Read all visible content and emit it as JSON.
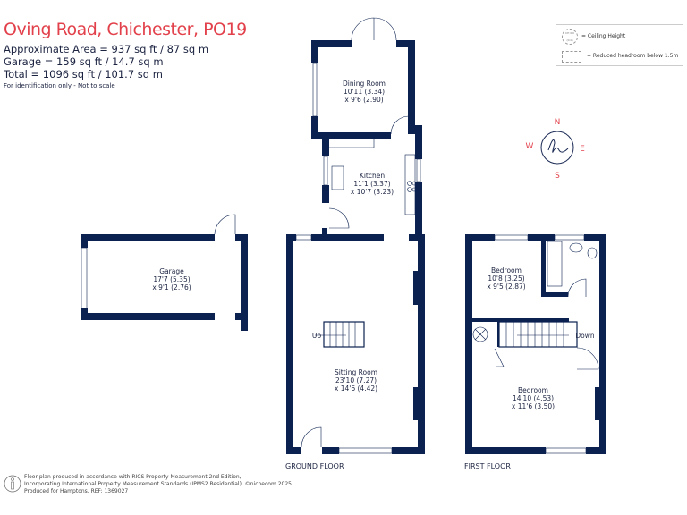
{
  "header": {
    "title": "Oving Road, Chichester, PO19",
    "areas": [
      "Approximate Area = 937 sq ft / 87 sq m",
      "Garage = 159 sq ft / 14.7 sq m",
      "Total = 1096 sq ft / 101.7 sq m"
    ],
    "note": "For identification only - Not to scale"
  },
  "legend": {
    "ceiling_height": "= Ceiling Height",
    "ceiling_icon_text": "CH 0'0 (0.0)",
    "reduced_headroom": "= Reduced headroom below 1.5m"
  },
  "compass": {
    "n": "N",
    "s": "S",
    "e": "E",
    "w": "W"
  },
  "rooms": {
    "dining": {
      "name": "Dining Room",
      "dim1": "10'11 (3.34)",
      "dim2": "x 9'6 (2.90)"
    },
    "kitchen": {
      "name": "Kitchen",
      "dim1": "11'1 (3.37)",
      "dim2": "x 10'7 (3.23)"
    },
    "sitting": {
      "name": "Sitting Room",
      "dim1": "23'10 (7.27)",
      "dim2": "x 14'6 (4.42)"
    },
    "garage": {
      "name": "Garage",
      "dim1": "17'7 (5.35)",
      "dim2": "x 9'1 (2.76)"
    },
    "bedroom1": {
      "name": "Bedroom",
      "dim1": "10'8 (3.25)",
      "dim2": "x 9'5 (2.87)"
    },
    "bedroom2": {
      "name": "Bedroom",
      "dim1": "14'10 (4.53)",
      "dim2": "x 11'6 (3.50)"
    }
  },
  "stairs": {
    "up": "Up",
    "down": "Down"
  },
  "floors": {
    "ground": "GROUND FLOOR",
    "first": "FIRST FLOOR"
  },
  "footer": {
    "line1": "Floor plan produced in accordance with RICS Property Measurement 2nd Edition,",
    "line2": "Incorporating International Property Measurement Standards (IPMS2 Residential).   ©nichecom 2025.",
    "line3": "Produced for Hamptons.  REF:  1369027"
  },
  "colors": {
    "wall": "#0b2150",
    "title": "#e2414b"
  }
}
